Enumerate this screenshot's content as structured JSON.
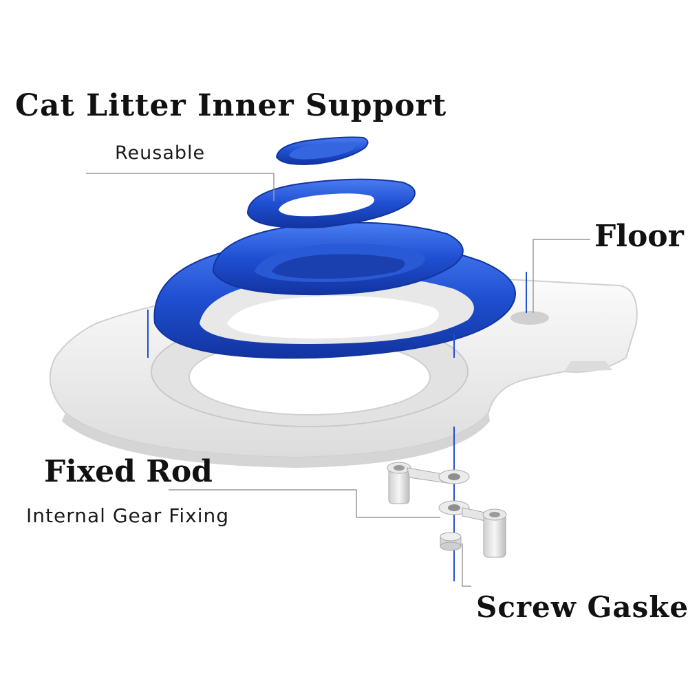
{
  "labels": {
    "inner_support": "Cat Litter Inner Support",
    "reusable": "Reusable",
    "floor": "Floor",
    "fixed_rod": "Fixed Rod",
    "internal_gear": "Internal Gear Fixing",
    "screw_gasket": "Screw Gasket"
  },
  "colors": {
    "blue_ring": "#1f4fd1",
    "blue_dark": "#1234a0",
    "blue_light": "#3f72ee",
    "base_white": "#f3f3f3",
    "base_shadow": "#d9d9d9",
    "leader_line": "#9a9a9a",
    "text": "#111111"
  }
}
